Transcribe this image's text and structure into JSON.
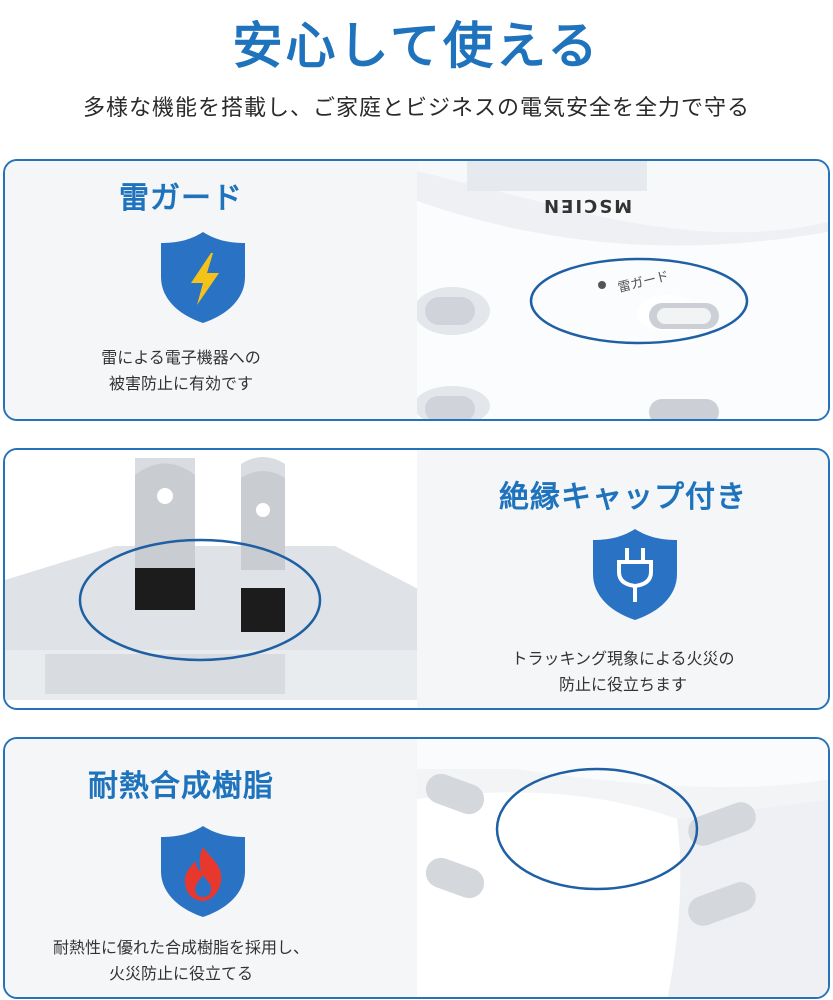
{
  "header": {
    "title": "安心して使える",
    "subtitle": "多様な機能を搭載し、ご家庭とビジネスの電気安全を全力で守る"
  },
  "features": [
    {
      "title": "雷ガード",
      "icon": "lightning-shield-icon",
      "desc_lines": [
        "雷による電子機器への",
        "被害防止に有効です"
      ]
    },
    {
      "title": "絶縁キャップ付き",
      "icon": "plug-shield-icon",
      "desc_lines": [
        "トラッキング現象による火災の",
        "防止に役立ちます"
      ]
    },
    {
      "title": "耐熱合成樹脂",
      "icon": "fire-shield-icon",
      "desc_lines": [
        "耐熱性に優れた合成樹脂を採用し、",
        "火災防止に役立てる"
      ]
    }
  ],
  "product": {
    "brand": "MSCIEN",
    "surge_label": "雷ガード"
  },
  "colors": {
    "accent": "#1f73bd",
    "border": "#2672b8",
    "shield": "#2a73c4",
    "bolt": "#f5c21a",
    "flame": "#e8382e"
  }
}
